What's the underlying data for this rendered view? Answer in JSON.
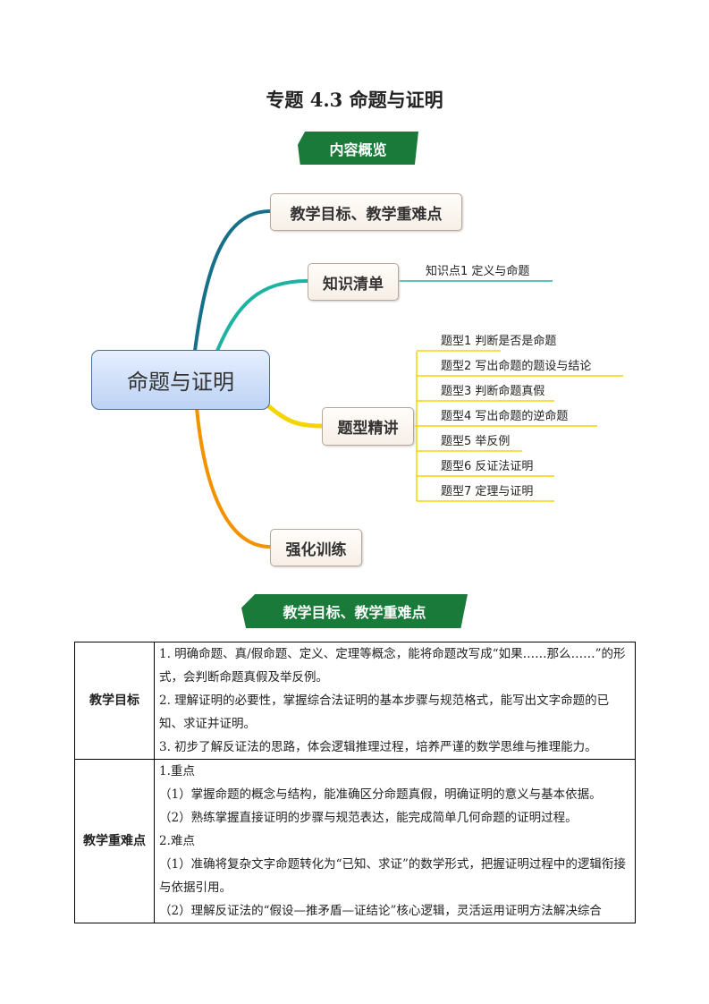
{
  "title": "专题 4.3  命题与证明",
  "banner1": "内容概览",
  "banner2": "教学目标、教学重难点",
  "mindmap": {
    "center": "命题与证明",
    "branches": [
      "教学目标、教学重难点",
      "知识清单",
      "题型精讲",
      "强化训练"
    ],
    "knowledge": [
      "知识点1  定义与命题"
    ],
    "types": [
      "题型1  判断是否是命题",
      "题型2  写出命题的题设与结论",
      "题型3  判断命题真假",
      "题型4  写出命题的逆命题",
      "题型5  举反例",
      "题型6  反证法证明",
      "题型7  定理与证明"
    ],
    "colors": {
      "b1": "#17708a",
      "b2": "#1db3a0",
      "b3": "#f6d400",
      "b4": "#f39200"
    }
  },
  "table": {
    "rows": [
      {
        "header": "教学目标",
        "lines": [
          "1. 明确命题、真/假命题、定义、定理等概念，能将命题改写成“如果……那么……”的形式，会判断命题真假及举反例。",
          "2. 理解证明的必要性，掌握综合法证明的基本步骤与规范格式，能写出文字命题的已知、求证并证明。",
          "3. 初步了解反证法的思路，体会逻辑推理过程，培养严谨的数学思维与推理能力。"
        ]
      },
      {
        "header": "教学重难点",
        "lines": [
          "1.重点",
          "（1）掌握命题的概念与结构，能准确区分命题真假，明确证明的意义与基本依据。",
          "（2）熟练掌握直接证明的步骤与规范表达，能完成简单几何命题的证明过程。",
          "2.难点",
          "（1）准确将复杂文字命题转化为“已知、求证”的数学形式，把握证明过程中的逻辑衔接与依据引用。",
          "（2）理解反证法的“假设—推矛盾—证结论”核心逻辑，灵活运用证明方法解决综合"
        ]
      }
    ]
  }
}
